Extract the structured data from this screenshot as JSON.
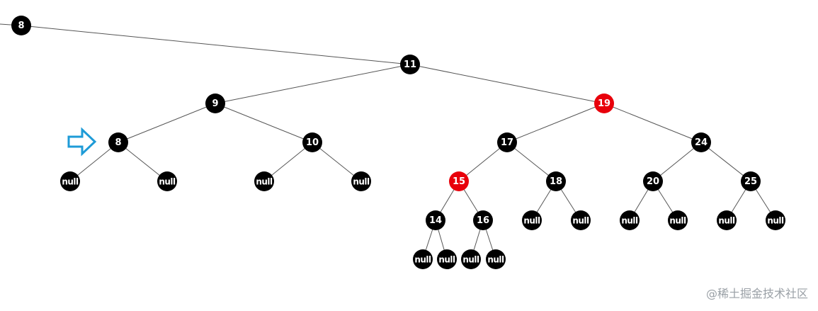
{
  "colors": {
    "black_node": "#000000",
    "red_node": "#e8000b",
    "text": "#ffffff",
    "edge": "#555555",
    "pointer_arrow": "#1e9bd7"
  },
  "tree": {
    "nodes": [
      {
        "id": "n8_top",
        "label": "8",
        "color": "black"
      },
      {
        "id": "n11",
        "label": "11",
        "color": "black"
      },
      {
        "id": "n9",
        "label": "9",
        "color": "black"
      },
      {
        "id": "n19",
        "label": "19",
        "color": "red"
      },
      {
        "id": "n8",
        "label": "8",
        "color": "black"
      },
      {
        "id": "n10",
        "label": "10",
        "color": "black"
      },
      {
        "id": "n17",
        "label": "17",
        "color": "black"
      },
      {
        "id": "n24",
        "label": "24",
        "color": "black"
      },
      {
        "id": "null_8_l",
        "label": "null",
        "color": "black"
      },
      {
        "id": "null_8_r",
        "label": "null",
        "color": "black"
      },
      {
        "id": "null_10_l",
        "label": "null",
        "color": "black"
      },
      {
        "id": "null_10_r",
        "label": "null",
        "color": "black"
      },
      {
        "id": "n15",
        "label": "15",
        "color": "red"
      },
      {
        "id": "n18",
        "label": "18",
        "color": "black"
      },
      {
        "id": "n20",
        "label": "20",
        "color": "black"
      },
      {
        "id": "n25",
        "label": "25",
        "color": "black"
      },
      {
        "id": "n14",
        "label": "14",
        "color": "black"
      },
      {
        "id": "n16",
        "label": "16",
        "color": "black"
      },
      {
        "id": "null_18_l",
        "label": "null",
        "color": "black"
      },
      {
        "id": "null_18_r",
        "label": "null",
        "color": "black"
      },
      {
        "id": "null_20_l",
        "label": "null",
        "color": "black"
      },
      {
        "id": "null_20_r",
        "label": "null",
        "color": "black"
      },
      {
        "id": "null_25_l",
        "label": "null",
        "color": "black"
      },
      {
        "id": "null_25_r",
        "label": "null",
        "color": "black"
      },
      {
        "id": "null_14_l",
        "label": "null",
        "color": "black"
      },
      {
        "id": "null_14_r",
        "label": "null",
        "color": "black"
      },
      {
        "id": "null_16_l",
        "label": "null",
        "color": "black"
      },
      {
        "id": "null_16_r",
        "label": "null",
        "color": "black"
      }
    ],
    "edges": [
      [
        "n8_top",
        "n11"
      ],
      [
        "n11",
        "n9"
      ],
      [
        "n11",
        "n19"
      ],
      [
        "n9",
        "n8"
      ],
      [
        "n9",
        "n10"
      ],
      [
        "n19",
        "n17"
      ],
      [
        "n19",
        "n24"
      ],
      [
        "n8",
        "null_8_l"
      ],
      [
        "n8",
        "null_8_r"
      ],
      [
        "n10",
        "null_10_l"
      ],
      [
        "n10",
        "null_10_r"
      ],
      [
        "n17",
        "n15"
      ],
      [
        "n17",
        "n18"
      ],
      [
        "n24",
        "n20"
      ],
      [
        "n24",
        "n25"
      ],
      [
        "n15",
        "n14"
      ],
      [
        "n15",
        "n16"
      ],
      [
        "n18",
        "null_18_l"
      ],
      [
        "n18",
        "null_18_r"
      ],
      [
        "n20",
        "null_20_l"
      ],
      [
        "n20",
        "null_20_r"
      ],
      [
        "n25",
        "null_25_l"
      ],
      [
        "n25",
        "null_25_r"
      ],
      [
        "n14",
        "null_14_l"
      ],
      [
        "n14",
        "null_14_r"
      ],
      [
        "n16",
        "null_16_l"
      ],
      [
        "n16",
        "null_16_r"
      ]
    ],
    "pointer": {
      "target": "n8",
      "icon": "outline-right-arrow-icon"
    }
  },
  "watermark": "@稀土掘金技术社区"
}
